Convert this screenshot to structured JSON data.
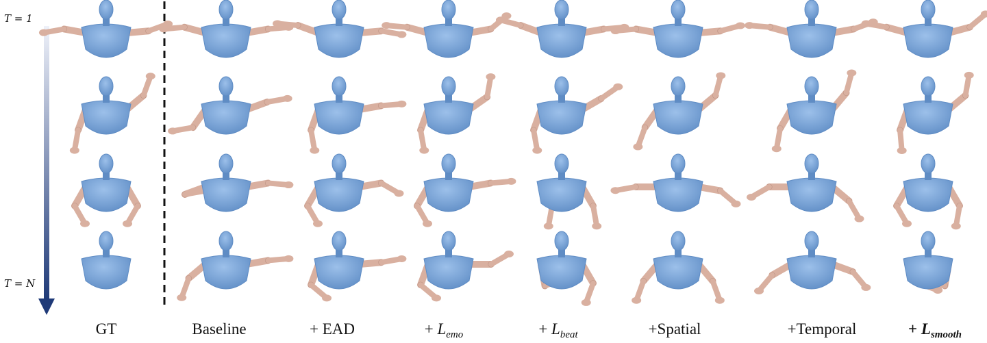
{
  "time_axis": {
    "start_label": "T = 1",
    "end_label": "T = N"
  },
  "columns": [
    {
      "id": "gt",
      "label": "GT",
      "prefix": "",
      "main": "GT",
      "sub": ""
    },
    {
      "id": "baseline",
      "label": "Baseline",
      "prefix": "",
      "main": "Baseline",
      "sub": ""
    },
    {
      "id": "ead",
      "label": "+ EAD",
      "prefix": "",
      "main": "+ EAD",
      "sub": ""
    },
    {
      "id": "lemo",
      "label": "+ L_emo",
      "prefix": "+ ",
      "main": "L",
      "sub": "emo"
    },
    {
      "id": "lbeat",
      "label": "+ L_beat",
      "prefix": "+ ",
      "main": "L",
      "sub": "beat"
    },
    {
      "id": "spatial",
      "label": "+Spatial",
      "prefix": "",
      "main": "+Spatial",
      "sub": ""
    },
    {
      "id": "temporal",
      "label": "+Temporal",
      "prefix": "",
      "main": "+Temporal",
      "sub": ""
    },
    {
      "id": "lsmooth",
      "label": "+ L_smooth",
      "prefix": "+ ",
      "main": "L",
      "sub": "smooth"
    }
  ],
  "rows": 4,
  "colors": {
    "body": "#7aa7dd",
    "body_dark": "#5f8cc4",
    "skin": "#d9b0a0",
    "skin_dark": "#b98e7f",
    "arrow_top": "#eef1f9",
    "arrow_bottom": "#1f3a78",
    "divider": "#111111"
  }
}
